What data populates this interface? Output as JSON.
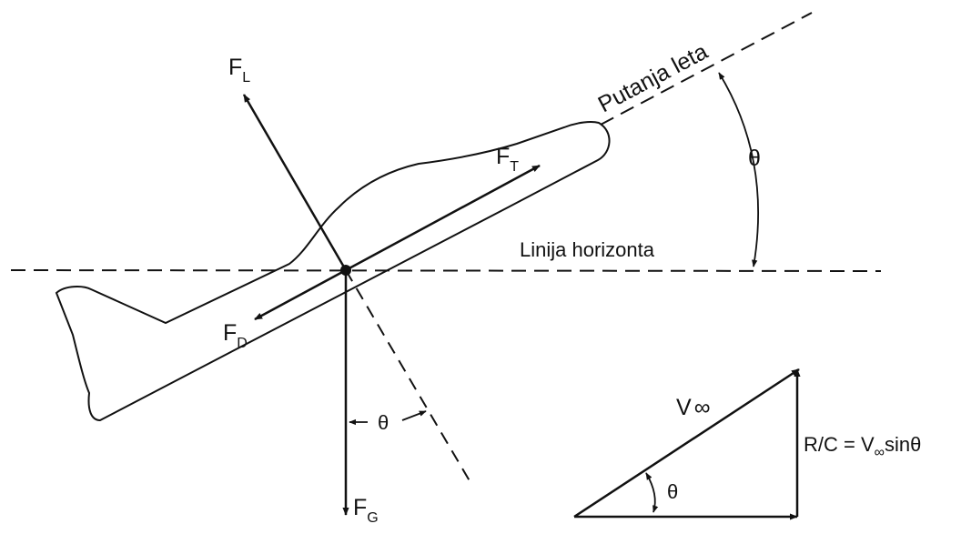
{
  "labels": {
    "flight_path": "Putanja leta",
    "horizon": "Linija horizonta",
    "theta": "θ",
    "lift": {
      "base": "F",
      "sub": "L"
    },
    "thrust": {
      "base": "F",
      "sub": "T"
    },
    "drag": {
      "base": "F",
      "sub": "D"
    },
    "weight": {
      "base": "F",
      "sub": "G"
    },
    "velocity": {
      "base": "V",
      "sub": "∞"
    },
    "rate_of_climb": {
      "prefix": "R/C = V",
      "sub": "∞",
      "suffix": "sinθ"
    }
  }
}
